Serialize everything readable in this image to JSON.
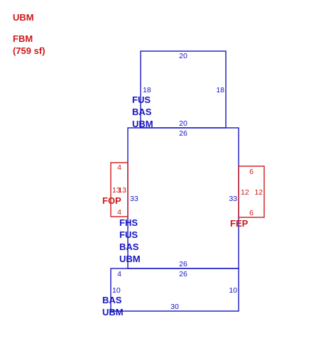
{
  "legend": {
    "line1": "UBM",
    "line2": "FBM",
    "line3": "(759 sf)"
  },
  "colors": {
    "main": "#1515c0",
    "accent": "#d01818",
    "background": "#ffffff"
  },
  "top_section": {
    "dim_top": "20",
    "dim_left": "18",
    "dim_right": "18",
    "dim_bottom": "20",
    "codes": [
      "FUS",
      "BAS",
      "UBM"
    ]
  },
  "middle_section": {
    "dim_top": "26",
    "dim_left": "33",
    "dim_right": "33",
    "dim_bottom": "26",
    "codes": [
      "FHS",
      "FUS",
      "BAS",
      "UBM"
    ]
  },
  "left_porch": {
    "code": "FOP",
    "dim_top": "4",
    "dim_left": "13",
    "dim_right": "13",
    "dim_bottom": "4"
  },
  "right_porch": {
    "code": "FEP",
    "dim_top": "6",
    "dim_left": "12",
    "dim_right": "12",
    "dim_bottom": "6"
  },
  "bottom_section": {
    "dim_top": "26",
    "dim_left_top": "4",
    "dim_left": "10",
    "dim_right": "10",
    "dim_bottom": "30",
    "codes": [
      "BAS",
      "UBM"
    ]
  }
}
